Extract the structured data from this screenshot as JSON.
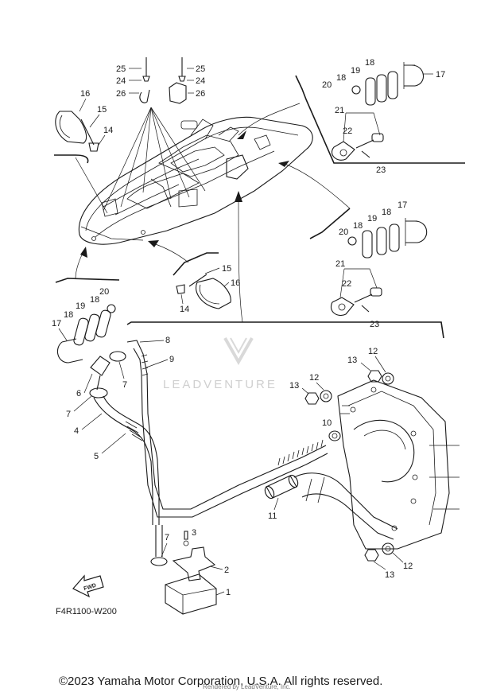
{
  "callouts": {
    "c1": "1",
    "c2": "2",
    "c3": "3",
    "c4": "4",
    "c5": "5",
    "c6": "6",
    "c7a": "7",
    "c7b": "7",
    "c7c": "7",
    "c8": "8",
    "c9": "9",
    "c10": "10",
    "c11": "11",
    "c12a": "12",
    "c12b": "12",
    "c12c": "12",
    "c13a": "13",
    "c13b": "13",
    "c13c": "13",
    "c14a": "14",
    "c14b": "14",
    "c15a": "15",
    "c15b": "15",
    "c16a": "16",
    "c16b": "16",
    "c17a": "17",
    "c17b": "17",
    "c17c": "17",
    "c18a": "18",
    "c18b": "18",
    "c18c": "18",
    "c18d": "18",
    "c18e": "18",
    "c18f": "18",
    "c19a": "19",
    "c19b": "19",
    "c19c": "19",
    "c20a": "20",
    "c20b": "20",
    "c20c": "20",
    "c21a": "21",
    "c21b": "21",
    "c22a": "22",
    "c22b": "22",
    "c23a": "23",
    "c23b": "23",
    "c24a": "24",
    "c24b": "24",
    "c25a": "25",
    "c25b": "25",
    "c26a": "26",
    "c26b": "26"
  },
  "fwd_label": "FWD",
  "watermark": "LEADVENTURE",
  "figure_code": "F4R1100-W200",
  "rendered_by": "Rendered by LeadVenture, Inc.",
  "copyright": "©2023 Yamaha Motor Corporation, U.S.A. All rights reserved."
}
